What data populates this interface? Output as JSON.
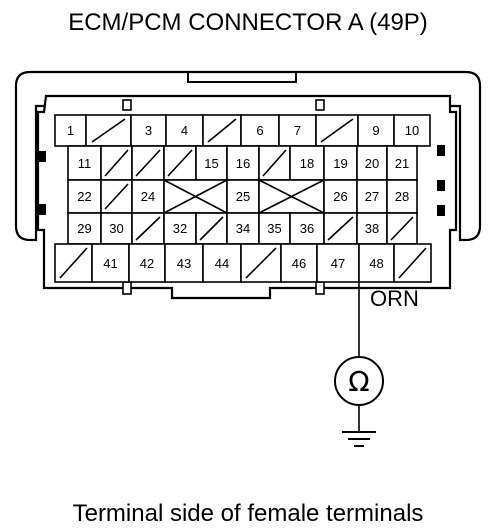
{
  "title": "ECM/PCM CONNECTOR A (49P)",
  "caption": "Terminal side of female terminals",
  "wire_color": "ORN",
  "meter_symbol": "Ω",
  "meter_icon": "ohmmeter-icon",
  "ground_icon": "ground-icon",
  "rows": [
    [
      "1",
      "",
      "3",
      "4",
      "",
      "6",
      "7",
      "",
      "9",
      "10"
    ],
    [
      "11",
      "",
      "",
      "",
      "15",
      "16",
      "",
      "18",
      "19",
      "20",
      "21"
    ],
    [
      "22",
      "",
      "24",
      "",
      "25",
      "",
      "26",
      "27",
      "28"
    ],
    [
      "29",
      "30",
      "",
      "32",
      "",
      "34",
      "35",
      "36",
      "",
      "38",
      ""
    ],
    [
      "",
      "41",
      "42",
      "43",
      "44",
      "",
      "46",
      "47",
      "48",
      ""
    ]
  ]
}
